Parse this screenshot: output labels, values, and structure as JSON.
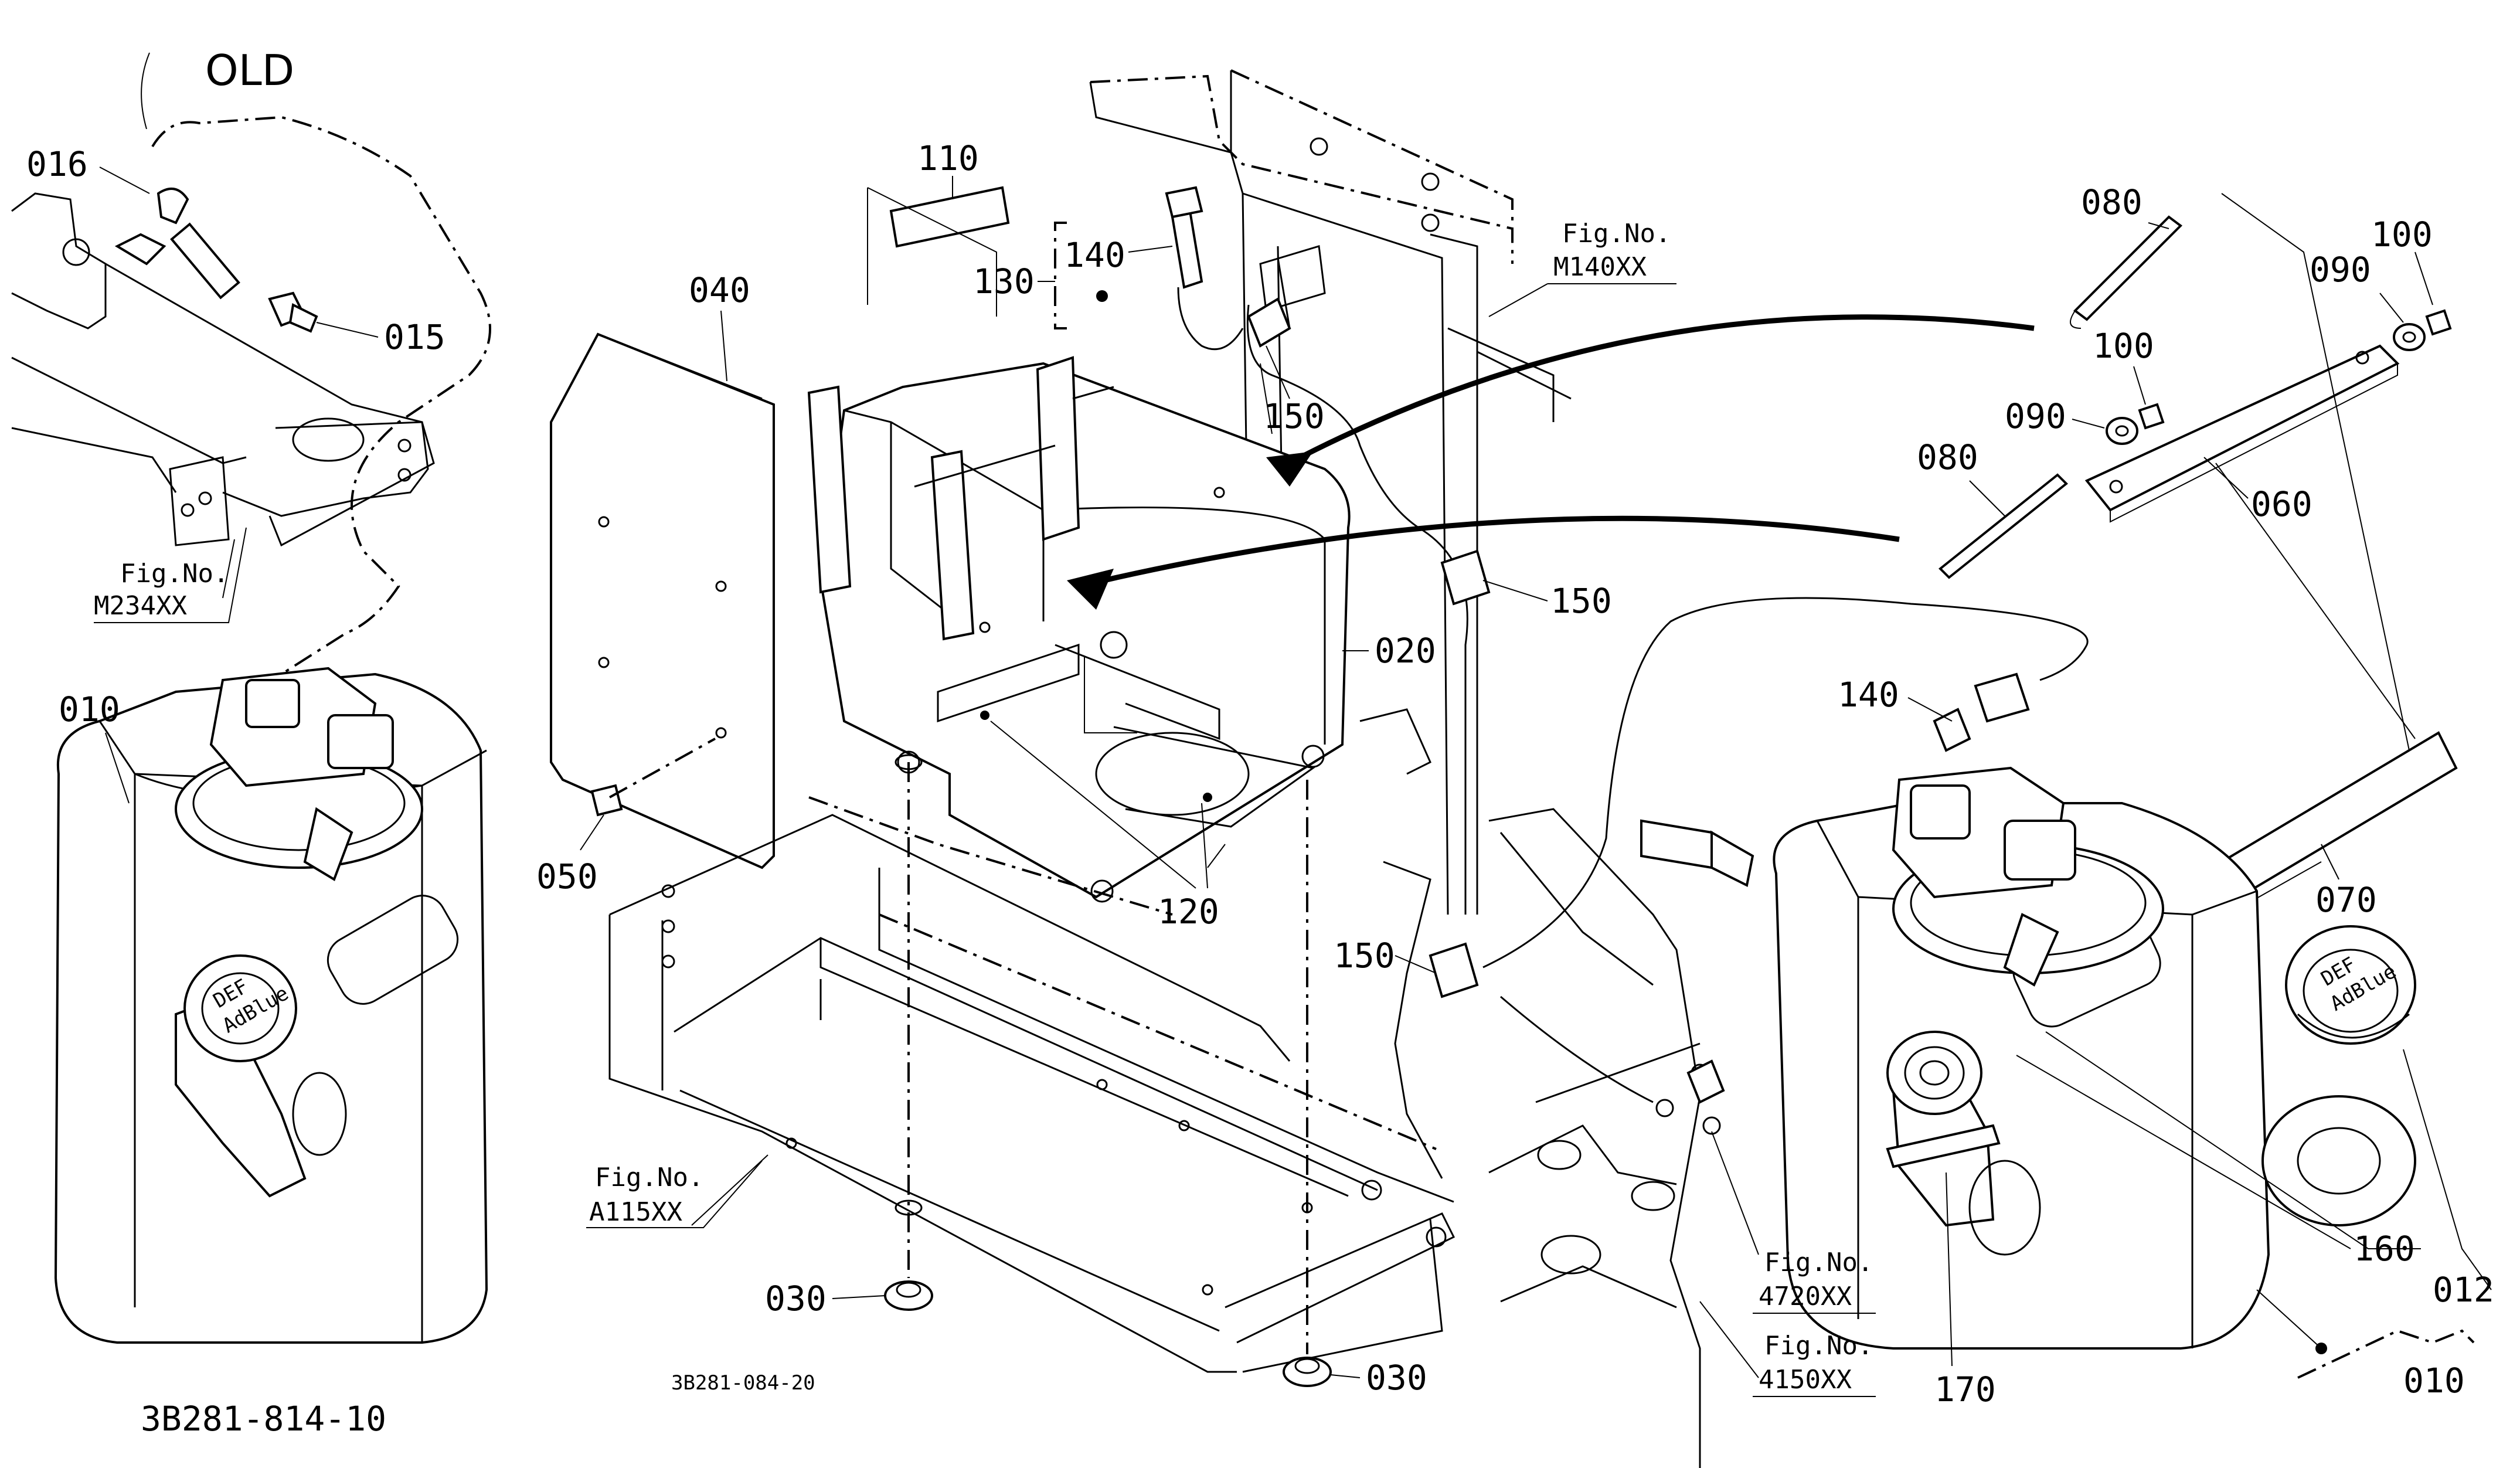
{
  "title_old": "OLD",
  "drawing_ids": {
    "left": "3B281-814-10",
    "center": "3B281-084-20"
  },
  "cap_text": {
    "line1": "DEF",
    "line2": "AdBlue"
  },
  "part_labels": {
    "p010_left": "010",
    "p015": "015",
    "p016": "016",
    "p020": "020",
    "p030_a": "030",
    "p030_b": "030",
    "p040": "040",
    "p050": "050",
    "p060": "060",
    "p070": "070",
    "p080_a": "080",
    "p080_b": "080",
    "p090_a": "090",
    "p090_b": "090",
    "p100_a": "100",
    "p100_b": "100",
    "p110": "110",
    "p120": "120",
    "p130": "130",
    "p140_a": "140",
    "p140_b": "140",
    "p150_a": "150",
    "p150_b": "150",
    "p150_c": "150",
    "p160": "160",
    "p170": "170",
    "p012": "012",
    "p010_right": "010"
  },
  "fig_refs": [
    {
      "caption": "Fig.No.",
      "code": "M234XX"
    },
    {
      "caption": "Fig.No.",
      "code": "M140XX"
    },
    {
      "caption": "Fig.No.",
      "code": "A115XX"
    },
    {
      "caption": "Fig.No.",
      "code": "4720XX"
    },
    {
      "caption": "Fig.No.",
      "code": "4150XX"
    }
  ]
}
